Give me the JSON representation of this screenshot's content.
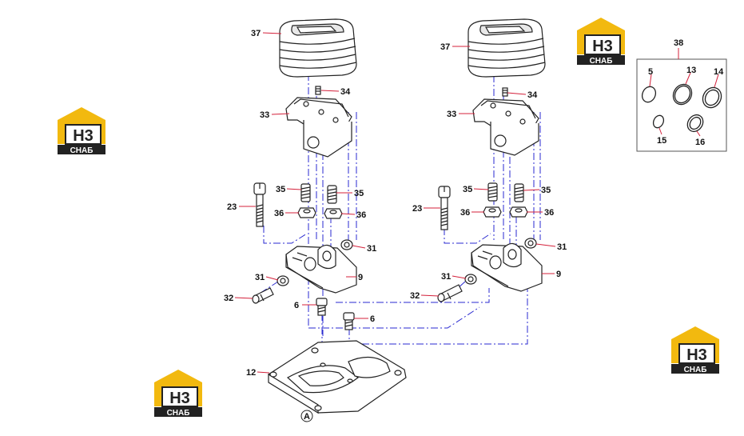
{
  "logo": {
    "mark": "H3",
    "text": "CHAБ",
    "accent_color": "#f2b90f",
    "dark_color": "#222222"
  },
  "left_assembly": {
    "labels": [
      "37",
      "34",
      "33",
      "35",
      "35",
      "23",
      "36",
      "36",
      "31",
      "9",
      "31",
      "32",
      "6",
      "6",
      "12"
    ]
  },
  "right_assembly": {
    "labels": [
      "37",
      "34",
      "33",
      "35",
      "35",
      "23",
      "36",
      "36",
      "31",
      "9",
      "31",
      "32"
    ]
  },
  "kit": {
    "label": "38",
    "items": [
      "5",
      "13",
      "14",
      "15",
      "16"
    ]
  },
  "view_marker": "A",
  "colors": {
    "leader": "#d4213b",
    "dash": "#2a2ad0",
    "line": "#222222"
  }
}
